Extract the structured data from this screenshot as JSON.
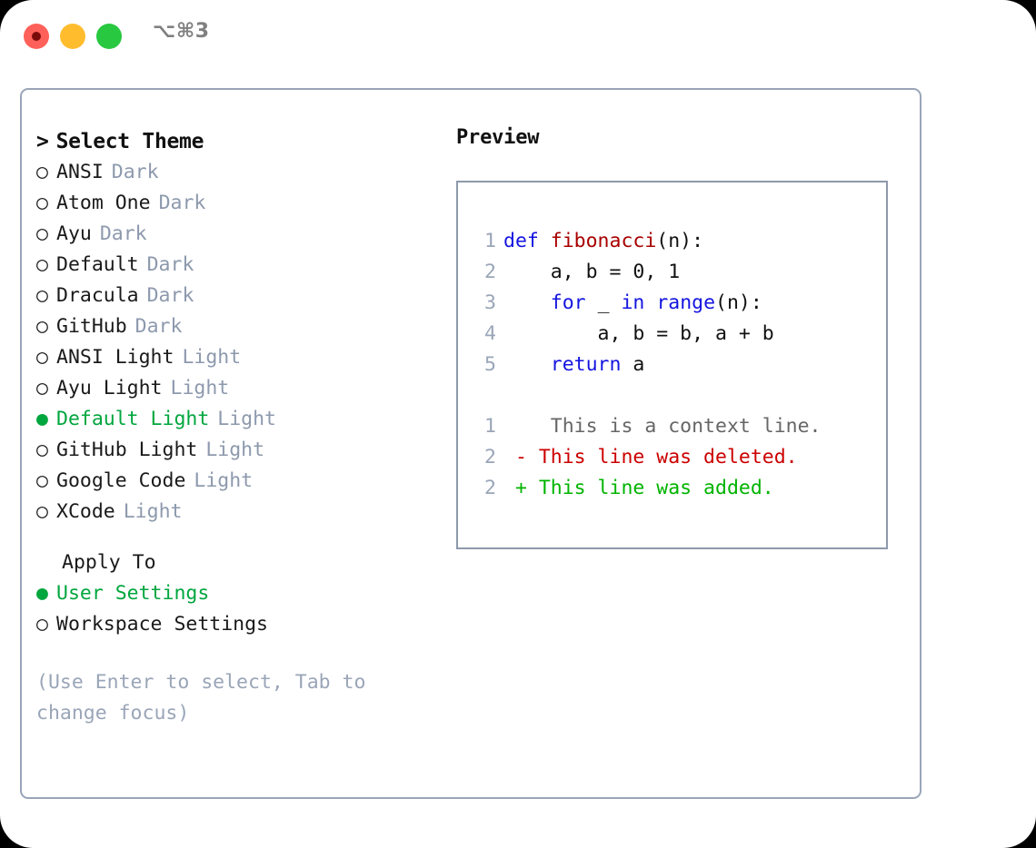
{
  "titlebar": {
    "shortcut": "⌥⌘3",
    "buttons": {
      "close": "close-button",
      "minimize": "minimize-button",
      "maximize": "maximize-button"
    }
  },
  "theme_picker": {
    "title": "Select Theme",
    "caret": ">",
    "bullet_unselected": "○",
    "bullet_selected": "●",
    "items": [
      {
        "name": "ANSI",
        "kind": "Dark",
        "selected": false
      },
      {
        "name": "Atom One",
        "kind": "Dark",
        "selected": false
      },
      {
        "name": "Ayu",
        "kind": "Dark",
        "selected": false
      },
      {
        "name": "Default",
        "kind": "Dark",
        "selected": false
      },
      {
        "name": "Dracula",
        "kind": "Dark",
        "selected": false
      },
      {
        "name": "GitHub",
        "kind": "Dark",
        "selected": false
      },
      {
        "name": "ANSI Light",
        "kind": "Light",
        "selected": false
      },
      {
        "name": "Ayu Light",
        "kind": "Light",
        "selected": false
      },
      {
        "name": "Default Light",
        "kind": "Light",
        "selected": true
      },
      {
        "name": "GitHub Light",
        "kind": "Light",
        "selected": false
      },
      {
        "name": "Google Code",
        "kind": "Light",
        "selected": false
      },
      {
        "name": "XCode",
        "kind": "Light",
        "selected": false
      }
    ]
  },
  "apply_to": {
    "title": "Apply To",
    "options": [
      {
        "label": "User Settings",
        "selected": true
      },
      {
        "label": "Workspace Settings",
        "selected": false
      }
    ]
  },
  "hint": "(Use Enter to select, Tab to change focus)",
  "preview": {
    "title": "Preview",
    "code_lines": [
      {
        "num": "1",
        "tokens": [
          {
            "t": "def ",
            "c": "kw"
          },
          {
            "t": "fibonacci",
            "c": "fn"
          },
          {
            "t": "(n):",
            "c": "plain"
          }
        ]
      },
      {
        "num": "2",
        "tokens": [
          {
            "t": "    a, b = 0, 1",
            "c": "plain"
          }
        ]
      },
      {
        "num": "3",
        "tokens": [
          {
            "t": "    ",
            "c": "plain"
          },
          {
            "t": "for",
            "c": "kw"
          },
          {
            "t": " _ ",
            "c": "plain"
          },
          {
            "t": "in",
            "c": "kw"
          },
          {
            "t": " ",
            "c": "plain"
          },
          {
            "t": "range",
            "c": "kw"
          },
          {
            "t": "(n):",
            "c": "plain"
          }
        ]
      },
      {
        "num": "4",
        "tokens": [
          {
            "t": "        a, b = b, a + b",
            "c": "plain"
          }
        ]
      },
      {
        "num": "5",
        "tokens": [
          {
            "t": "    ",
            "c": "plain"
          },
          {
            "t": "return",
            "c": "kw"
          },
          {
            "t": " a",
            "c": "plain"
          }
        ]
      }
    ],
    "diff_lines": [
      {
        "num": "1",
        "marker": " ",
        "text": "  This is a context line.",
        "kind": "ctx"
      },
      {
        "num": "2",
        "marker": "-",
        "text": " This line was deleted.",
        "kind": "del"
      },
      {
        "num": "2",
        "marker": "+",
        "text": " This line was added.",
        "kind": "add"
      }
    ]
  },
  "colors": {
    "accent_green": "#00a63e",
    "keyword_blue": "#1414e0",
    "function_red": "#a80000",
    "diff_removed": "#cc0000",
    "diff_added": "#00b400",
    "muted_gray": "#8d99ad",
    "border": "#9aa5b8"
  }
}
